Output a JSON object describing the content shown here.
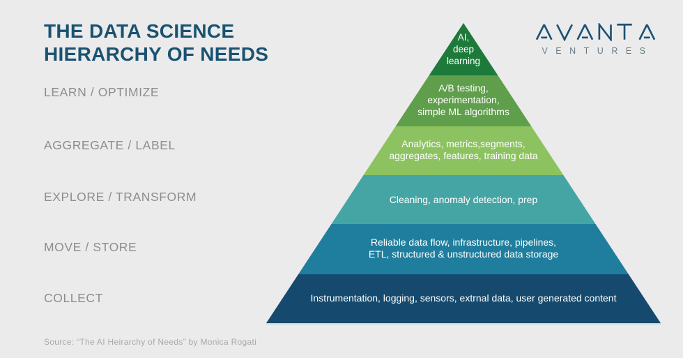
{
  "background_color": "#ebebeb",
  "title": {
    "line1": "THE DATA SCIENCE",
    "line2": "HIERARCHY OF NEEDS",
    "color": "#1a5271"
  },
  "logo": {
    "name": "AVANTA",
    "sub": "VENTURES",
    "name_color": "#1d5174",
    "sub_color": "#6a7984"
  },
  "side_labels": [
    {
      "label": "LEARN / OPTIMIZE"
    },
    {
      "label": "AGGREGATE / LABEL"
    },
    {
      "label": "EXPLORE / TRANSFORM"
    },
    {
      "label": "MOVE / STORE"
    },
    {
      "label": "COLLECT"
    }
  ],
  "pyramid": {
    "levels": [
      {
        "name": "ai-deep-learning",
        "color": "#1e7a3b",
        "lines": [
          "AI,",
          "deep",
          "learning"
        ]
      },
      {
        "name": "learn-optimize",
        "color": "#5f9e4b",
        "lines": [
          "A/B testing,",
          "experimentation,",
          "simple ML algorithms"
        ]
      },
      {
        "name": "aggregate-label",
        "color": "#8cc360",
        "lines": [
          "Analytics, metrics,segments,",
          "aggregates, features, training data"
        ]
      },
      {
        "name": "explore-transform",
        "color": "#45a5a4",
        "lines": [
          "Cleaning, anomaly detection, prep"
        ]
      },
      {
        "name": "move-store",
        "color": "#1f7e9d",
        "lines": [
          "Reliable data flow, infrastructure, pipelines,",
          "ETL, structured & unstructured data storage"
        ]
      },
      {
        "name": "collect",
        "color": "#154a6e",
        "lines": [
          "Instrumentation, logging, sensors, extrnal data, user generated content"
        ]
      }
    ]
  },
  "source": "Source: “The AI Heirarchy of Needs” by Monica Rogati"
}
